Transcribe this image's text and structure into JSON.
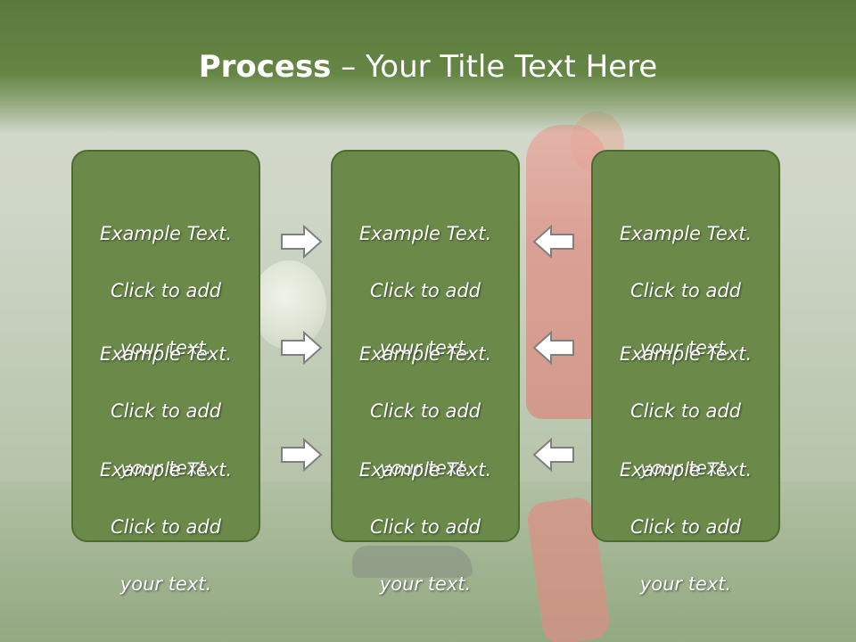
{
  "slide": {
    "title_bold": "Process",
    "title_rest": " – Your Title Text Here"
  },
  "columns": [
    {
      "items": [
        {
          "line1": "Example Text.",
          "line2": "Click  to add",
          "line3": "your text."
        },
        {
          "line1": "Example Text.",
          "line2": "Click  to add",
          "line3": "your text."
        },
        {
          "line1": "Example Text.",
          "line2": "Click  to add",
          "line3": "your text."
        }
      ]
    },
    {
      "items": [
        {
          "line1": "Example Text.",
          "line2": "Click  to add",
          "line3": "your text."
        },
        {
          "line1": "Example Text.",
          "line2": "Click  to add",
          "line3": "your text."
        },
        {
          "line1": "Example Text.",
          "line2": "Click  to add",
          "line3": "your text."
        }
      ]
    },
    {
      "items": [
        {
          "line1": "Example Text.",
          "line2": "Click  to add",
          "line3": "your text."
        },
        {
          "line1": "Example Text.",
          "line2": "Click  to add",
          "line3": "your text."
        },
        {
          "line1": "Example Text.",
          "line2": "Click  to add",
          "line3": "your text."
        }
      ]
    }
  ],
  "arrows": {
    "left_group_icon": "arrow-right-icon",
    "right_group_icon": "arrow-left-icon"
  },
  "colors": {
    "header": "#5b7a3c",
    "box_fill": "#6b8a4a",
    "box_border": "#4e6a33",
    "text": "#ffffff",
    "arrow_fill": "#ffffff",
    "arrow_stroke": "#7f7f7f"
  }
}
